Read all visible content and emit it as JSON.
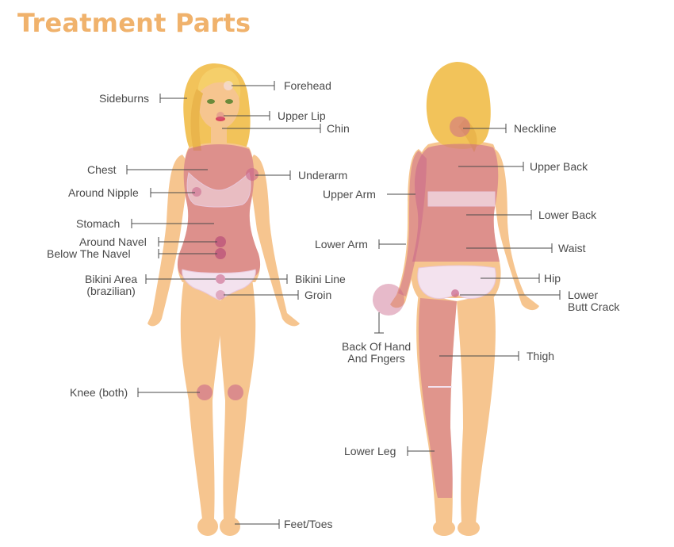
{
  "title": "Treatment Parts",
  "colors": {
    "title": "#f0b26c",
    "skin": "#f6c58f",
    "skin_shade": "#eba874",
    "hair": "#f2c35a",
    "treatment_zone": "#c9658a",
    "underwear": "#f3e2ee",
    "leader_line": "#4a4a4a"
  },
  "front_labels": {
    "sideburns": "Sideburns",
    "forehead": "Forehead",
    "upper_lip": "Upper Lip",
    "chin": "Chin",
    "chest": "Chest",
    "underarm": "Underarm",
    "around_nipple": "Around Nipple",
    "stomach": "Stomach",
    "around_navel": "Around Navel",
    "below_navel": "Below The Navel",
    "bikini_area": "Bikini Area\n(brazilian)",
    "bikini_line": "Bikini Line",
    "groin": "Groin",
    "knee": "Knee (both)",
    "feet_toes": "Feet/Toes"
  },
  "back_labels": {
    "neckline": "Neckline",
    "upper_back": "Upper Back",
    "upper_arm": "Upper Arm",
    "lower_back": "Lower Back",
    "lower_arm": "Lower Arm",
    "waist": "Waist",
    "hip": "Hip",
    "lower_butt_crack": "Lower\nButt Crack",
    "back_of_hand": "Back Of Hand\nAnd Fngers",
    "thigh": "Thigh",
    "lower_leg": "Lower Leg"
  }
}
